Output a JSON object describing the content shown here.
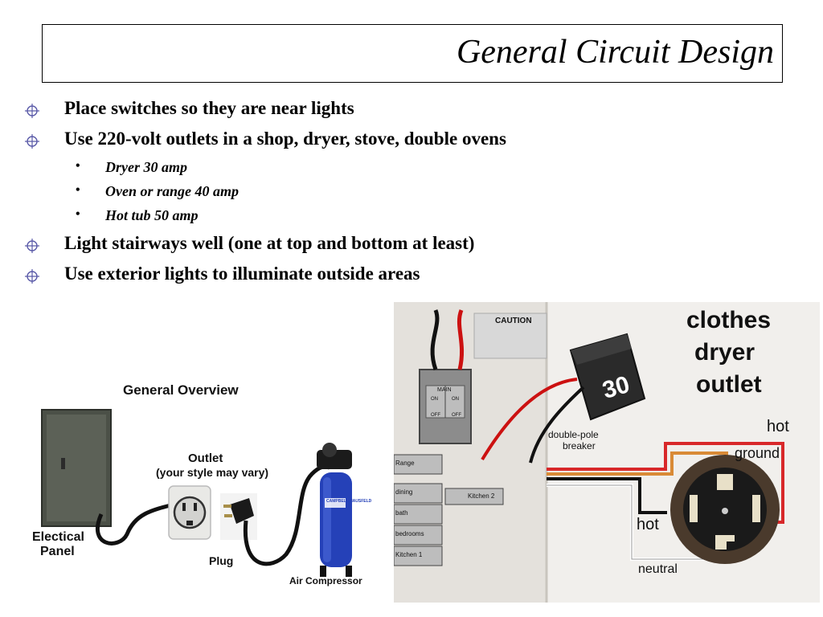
{
  "title": "General Circuit Design",
  "bullets": [
    {
      "text": "Place switches so they are near lights",
      "level": 1
    },
    {
      "text": "Use 220-volt outlets in a shop, dryer, stove, double ovens",
      "level": 1
    },
    {
      "text": "Dryer 30 amp",
      "level": 2
    },
    {
      "text": "Oven or range 40 amp",
      "level": 2
    },
    {
      "text": "Hot tub 50 amp",
      "level": 2
    },
    {
      "text": "Light stairways well (one at top and bottom at least)",
      "level": 1
    },
    {
      "text": "Use exterior lights to illuminate outside areas",
      "level": 1
    }
  ],
  "bullet_markers": {
    "level1": "crosshair-circle",
    "level2": "•"
  },
  "overview": {
    "heading": "General Overview",
    "outlet": "Outlet",
    "outlet_note": "(your style may vary)",
    "panel_line1": "Electical",
    "panel_line2": "Panel",
    "plug": "Plug",
    "compressor": "Air Compressor",
    "compressor_brand": "CAMPBELL HAUSFELD"
  },
  "dryer": {
    "heading_line1": "clothes",
    "heading_line2": "dryer",
    "heading_line3": "outlet",
    "caution": "CAUTION",
    "main": "MAIN",
    "breaker_number": "30",
    "breaker_label_line1": "double-pole",
    "breaker_label_line2": "breaker",
    "hot_top": "hot",
    "ground": "ground",
    "hot_left": "hot",
    "neutral": "neutral",
    "circuits": [
      "Range",
      "dining",
      "bath",
      "bedrooms",
      "Kitchen 1",
      "Kitchen 2"
    ],
    "on_label": "ON",
    "off_label": "OFF",
    "colors": {
      "hot": "#d8282a",
      "ground": "#d98a36",
      "wire_black": "#111111"
    }
  }
}
